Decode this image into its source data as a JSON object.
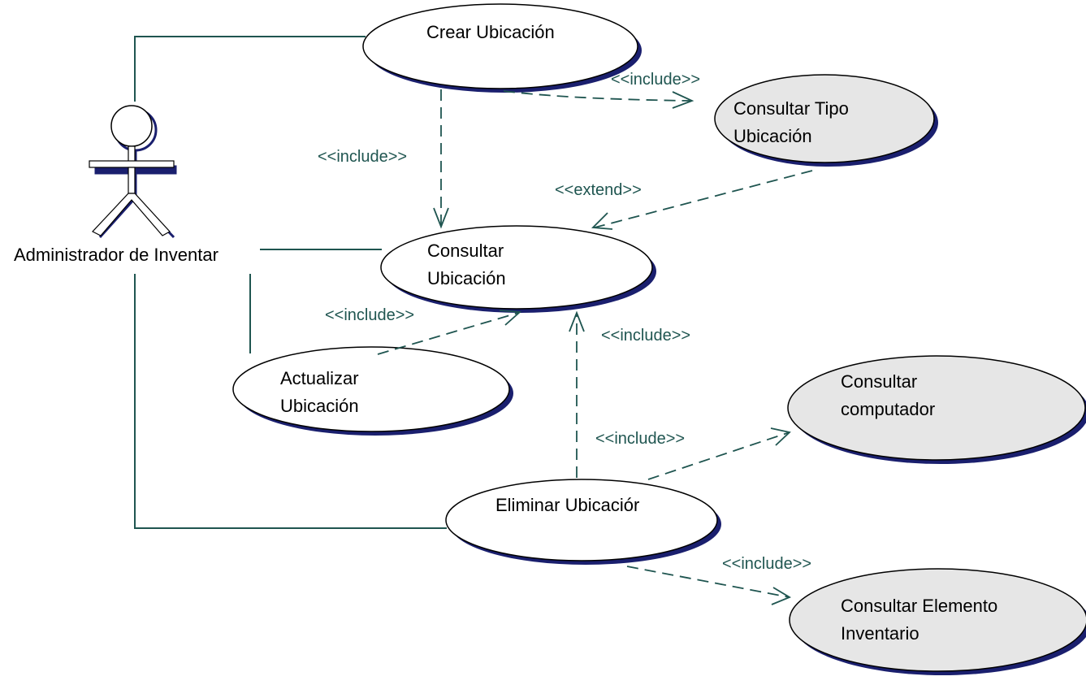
{
  "actor": {
    "name": "Administrador de Inventar"
  },
  "use_cases": {
    "crear": {
      "lines": [
        "Crear Ubicación"
      ],
      "fill": "#ffffff"
    },
    "consultar_tipo": {
      "lines": [
        "Consultar Tipo",
        "Ubicación"
      ],
      "fill": "#e6e6e6"
    },
    "consultar_ubicacion": {
      "lines": [
        "Consultar",
        "Ubicación"
      ],
      "fill": "#ffffff"
    },
    "actualizar": {
      "lines": [
        "Actualizar",
        "Ubicación"
      ],
      "fill": "#ffffff"
    },
    "consultar_computador": {
      "lines": [
        "Consultar",
        "computador"
      ],
      "fill": "#e6e6e6"
    },
    "eliminar": {
      "lines": [
        "Eliminar Ubicaciór"
      ],
      "fill": "#ffffff"
    },
    "consultar_elemento": {
      "lines": [
        "Consultar Elemento",
        "Inventario"
      ],
      "fill": "#e6e6e6"
    }
  },
  "relations": {
    "crear_tipo": "<<include>>",
    "crear_consultar": "<<include>>",
    "tipo_consultar": "<<extend>>",
    "actualizar_consultar": "<<include>>",
    "eliminar_consultar": "<<include>>",
    "eliminar_computador": "<<include>>",
    "eliminar_elemento": "<<include>>"
  },
  "colors": {
    "line": "#1f5550",
    "shadow": "#1a1f6e",
    "highlight_fill": "#e6e6e6"
  }
}
